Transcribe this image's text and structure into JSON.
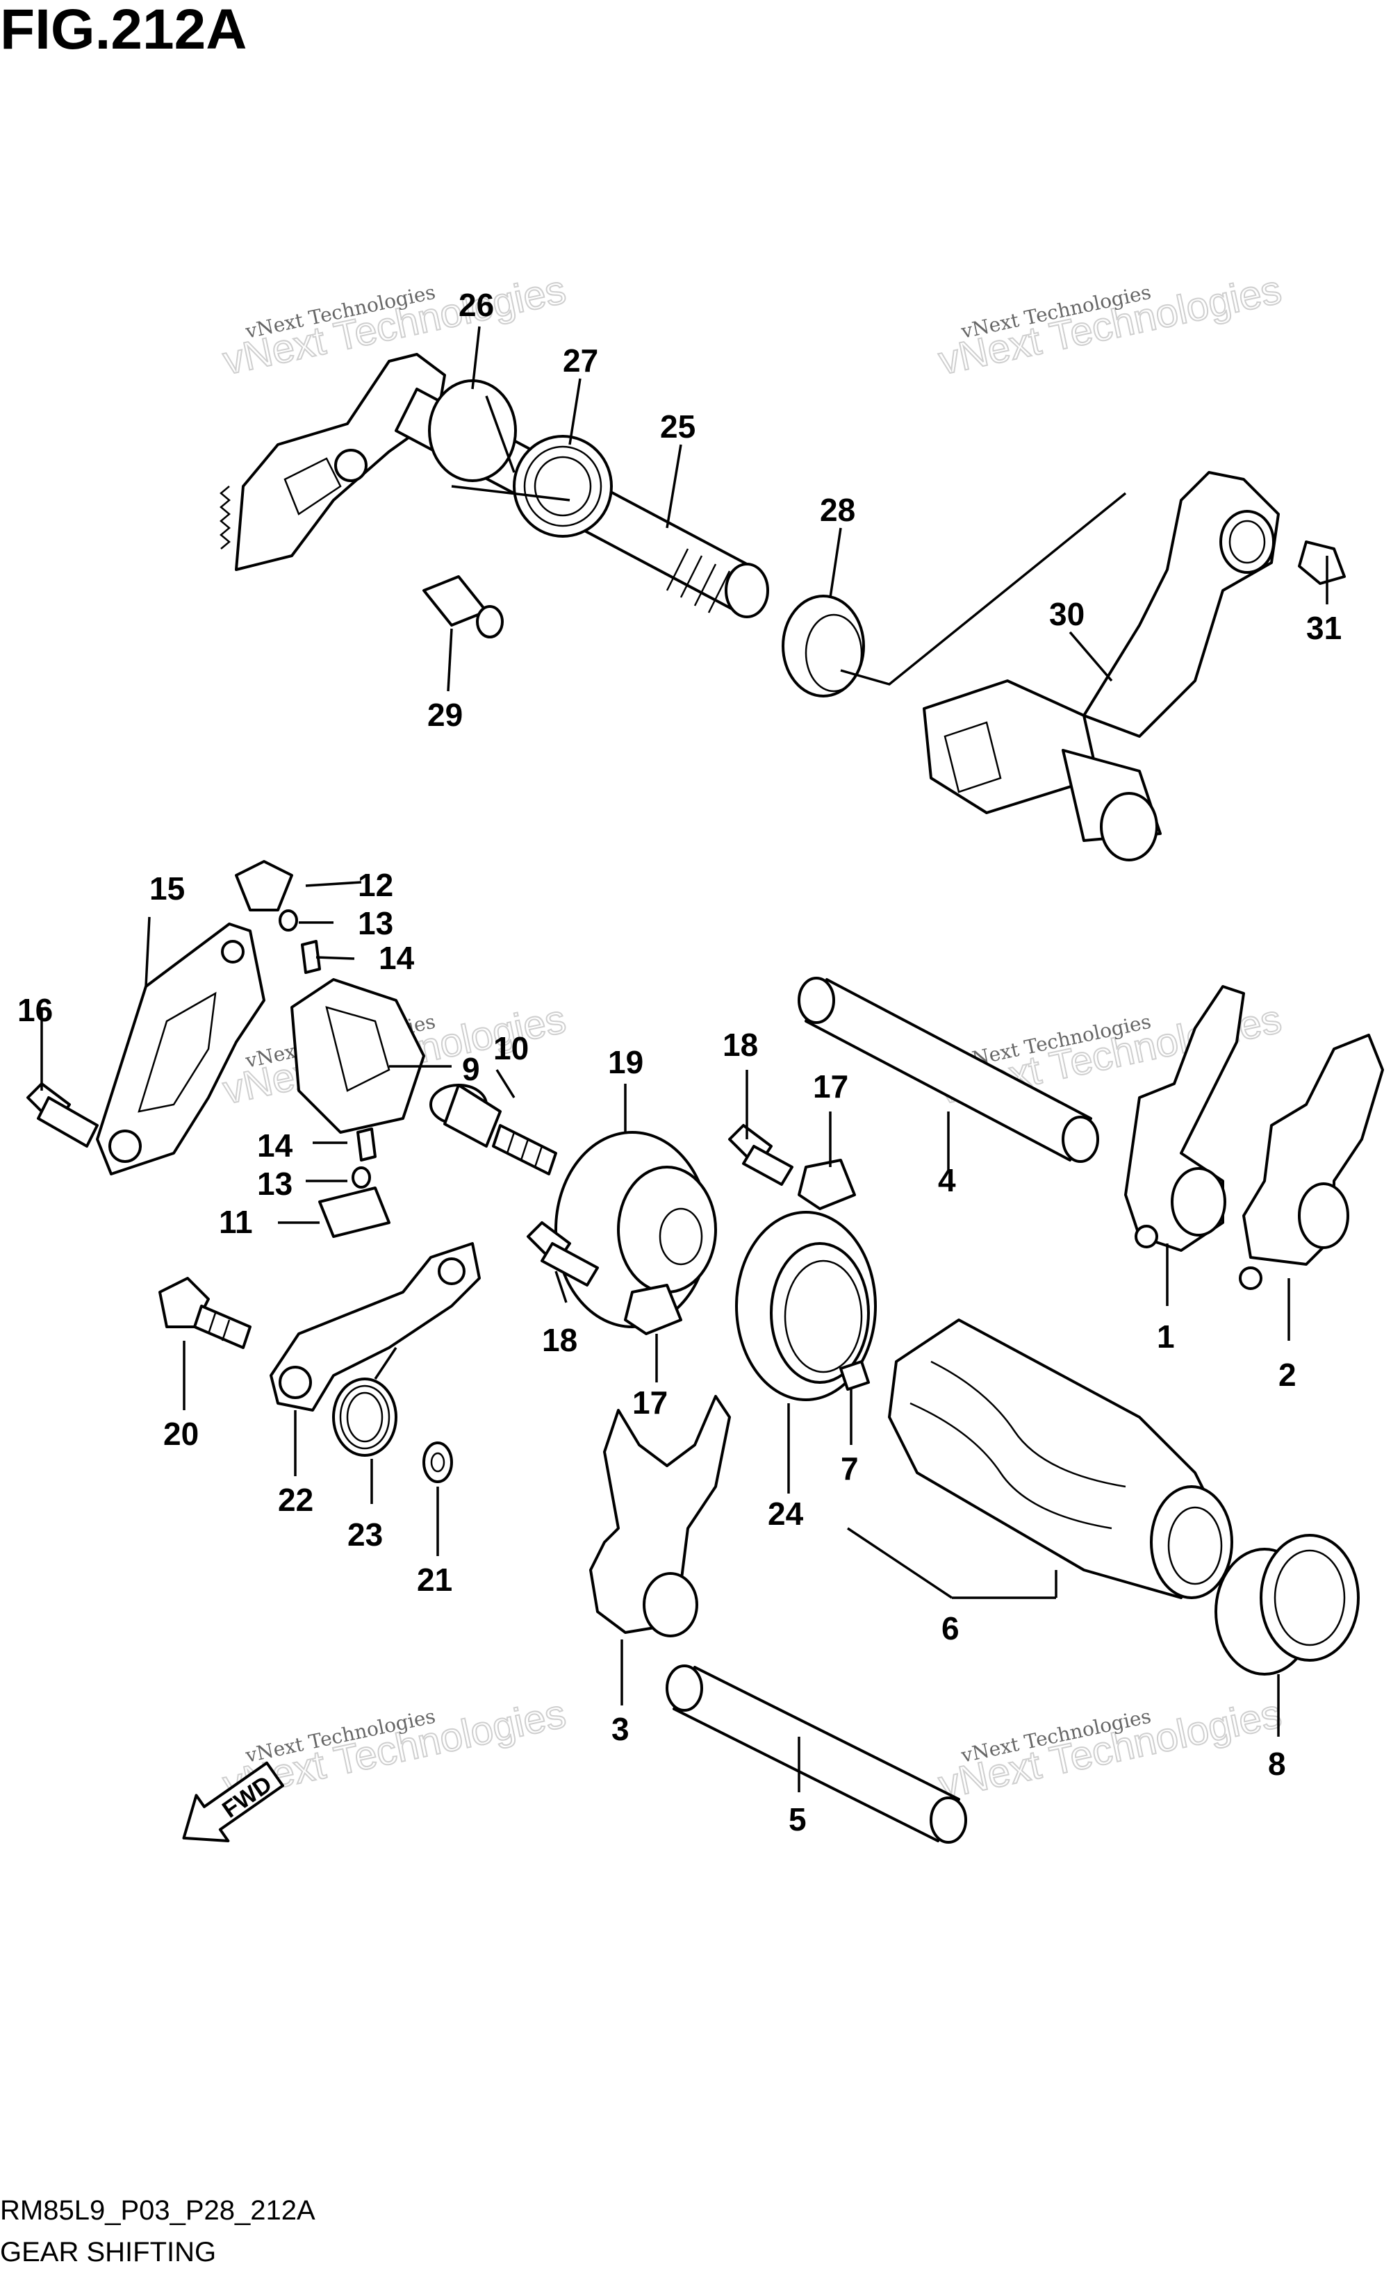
{
  "figure": {
    "title": "FIG.212A",
    "code": "RM85L9_P03_P28_212A",
    "name": "GEAR SHIFTING"
  },
  "watermark": {
    "line1": "vNext Technologies",
    "line2": "vNext Technologies"
  },
  "fwd_marker": {
    "text": "FWD",
    "icon": "fwd-arrow-icon"
  },
  "callouts": [
    "1",
    "2",
    "3",
    "4",
    "5",
    "6",
    "7",
    "8",
    "9",
    "10",
    "11",
    "12",
    "13",
    "14",
    "15",
    "16",
    "17",
    "18",
    "19",
    "20",
    "21",
    "22",
    "23",
    "24",
    "25",
    "26",
    "27",
    "28",
    "29",
    "30",
    "31"
  ],
  "labels": {
    "c1": "1",
    "c2": "2",
    "c3": "3",
    "c4": "4",
    "c5": "5",
    "c6": "6",
    "c7": "7",
    "c8": "8",
    "c9": "9",
    "c10": "10",
    "c11": "11",
    "c12": "12",
    "c13a": "13",
    "c13b": "13",
    "c14a": "14",
    "c14b": "14",
    "c15": "15",
    "c16": "16",
    "c17a": "17",
    "c17b": "17",
    "c18a": "18",
    "c18b": "18",
    "c19": "19",
    "c20": "20",
    "c21": "21",
    "c22": "22",
    "c23": "23",
    "c24": "24",
    "c25": "25",
    "c26": "26",
    "c27": "27",
    "c28": "28",
    "c29": "29",
    "c30": "30",
    "c31": "31"
  }
}
